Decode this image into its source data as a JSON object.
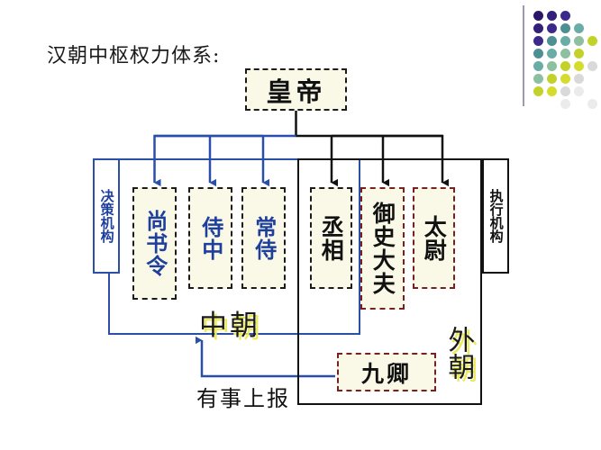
{
  "page": {
    "title": "汉朝中枢权力体系:",
    "background": "#ffffff"
  },
  "colors": {
    "inner_blue": "#2a4fa8",
    "inner_text_blue": "#1e3f9b",
    "outer_black": "#111111",
    "box_fill": "#faf8e6",
    "highlight_yellow": "#eaea5a",
    "red_dash": "#7a2020"
  },
  "nodes": {
    "emperor": {
      "label": "皇帝",
      "style": "dashed-cream",
      "text_color": "#111111"
    },
    "decision_organ": {
      "label": "决策机构",
      "orientation": "vertical",
      "text_color": "#1e3f9b"
    },
    "exec_organ": {
      "label": "执行机构",
      "orientation": "vertical",
      "text_color": "#111111"
    },
    "inner_officials": [
      {
        "label": "尚书令",
        "orientation": "vertical",
        "text_color": "#1e3f9b"
      },
      {
        "label": "侍中",
        "orientation": "vertical",
        "text_color": "#1e3f9b"
      },
      {
        "label": "常侍",
        "orientation": "vertical",
        "text_color": "#1e3f9b"
      }
    ],
    "outer_officials": [
      {
        "label": "丞相",
        "orientation": "vertical",
        "text_color": "#111111"
      },
      {
        "label": "御史大夫",
        "orientation": "vertical",
        "text_color": "#111111"
      },
      {
        "label": "太尉",
        "orientation": "vertical",
        "text_color": "#111111"
      }
    ],
    "nine_ministers": {
      "label": "九卿",
      "orientation": "horizontal",
      "text_color": "#111111"
    }
  },
  "labels": {
    "inner_court": "中朝",
    "outer_court": "外朝",
    "report_up": "有事上报"
  },
  "decoration": {
    "name": "dot-grid",
    "rows": 8,
    "cols": 5,
    "palette": [
      "#2e1a6e",
      "#3a2a8c",
      "#4a8f8f",
      "#6fb3a8",
      "#c8d42a",
      "#d8dc2e",
      "#dcdcdc",
      "#eeeeee"
    ]
  }
}
